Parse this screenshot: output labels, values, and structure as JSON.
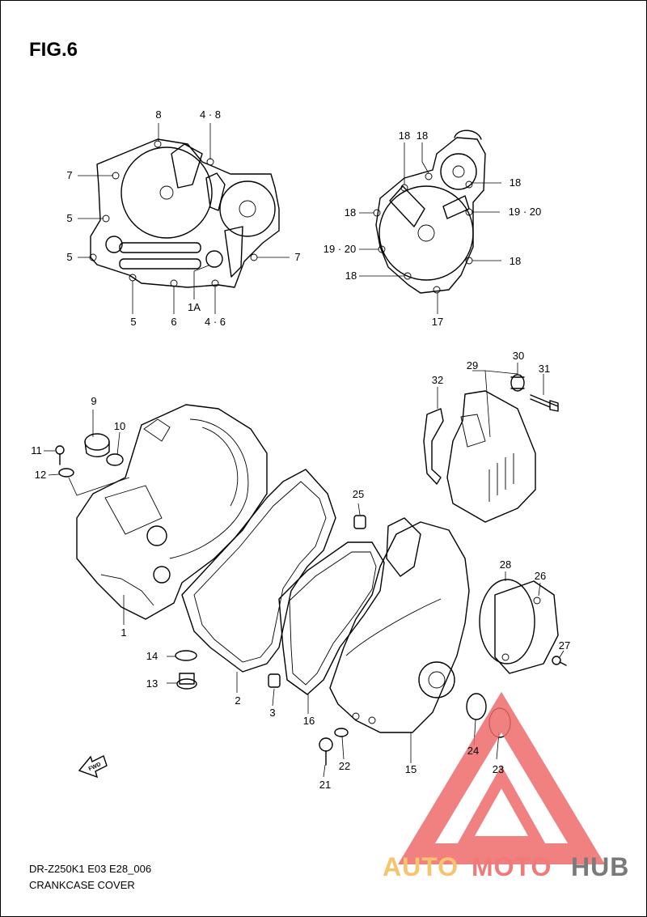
{
  "figure": {
    "title": "FIG.6",
    "model_code": "DR-Z250K1 E03 E28_006",
    "caption": "CRANKCASE COVER"
  },
  "callouts": {
    "c8": "8",
    "c4_8": "4 · 8",
    "c7a": "7",
    "c5a": "5",
    "c5b": "5",
    "c7b": "7",
    "c5c": "5",
    "c6": "6",
    "c1a": "1A",
    "c4_6": "4 · 6",
    "c18a": "18",
    "c18b": "18",
    "c18c": "18",
    "c18d": "18",
    "c19_20a": "19 · 20",
    "c19_20b": "19 · 20",
    "c18e": "18",
    "c18f": "18",
    "c17": "17",
    "c30": "30",
    "c29": "29",
    "c31": "31",
    "c32": "32",
    "c9": "9",
    "c10": "10",
    "c11": "11",
    "c12": "12",
    "c1": "1",
    "c25": "25",
    "c14": "14",
    "c13": "13",
    "c2": "2",
    "c3": "3",
    "c16": "16",
    "c28": "28",
    "c26": "26",
    "c27": "27",
    "c15": "15",
    "c21": "21",
    "c22": "22",
    "c24": "24",
    "c23": "23"
  },
  "fwd_label": "FWD",
  "watermark": {
    "brand_part1": "AUTO",
    "brand_part2": "MOTO",
    "brand_part3": "HUB",
    "colors": {
      "auto": "#f6c36e",
      "moto": "#f07a78",
      "hub": "#7a7a7a",
      "triangle": "#ef6b6b"
    }
  }
}
